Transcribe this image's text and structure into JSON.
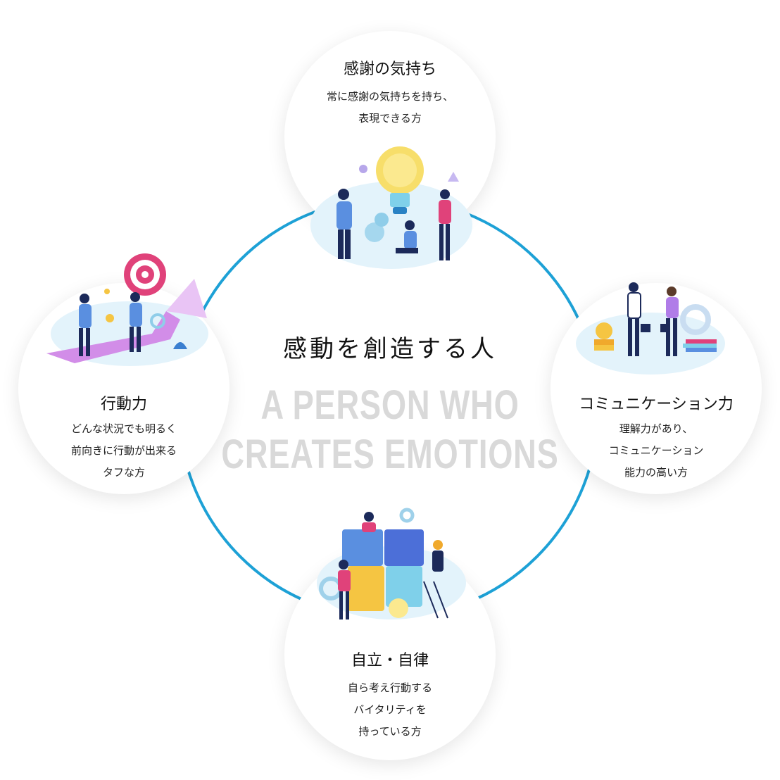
{
  "center": {
    "title": "感動を創造する人",
    "subtitle_line1": "A PERSON WHO",
    "subtitle_line2": "CREATES EMOTIONS"
  },
  "nodes": {
    "top": {
      "title": "感謝の気持ち",
      "desc": [
        "常に感謝の気持ちを持ち、",
        "表現できる方"
      ]
    },
    "left": {
      "title": "行動力",
      "desc": [
        "どんな状況でも明るく",
        "前向きに行動が出来る",
        "タフな方"
      ]
    },
    "right": {
      "title": "コミュニケーション力",
      "desc": [
        "理解力があり、",
        "コミュニケーション",
        "能力の高い方"
      ]
    },
    "bottom": {
      "title": "自立・自律",
      "desc": [
        "自ら考え行動する",
        "バイタリティを",
        "持っている方"
      ]
    }
  },
  "colors": {
    "ring": "#1da1d6",
    "subtitle": "#d9d9d9",
    "accent_pink": "#e0427a",
    "accent_navy": "#1c2a5a"
  },
  "icons": [
    "lightbulb-teamwork-illustration",
    "target-arrow-illustration",
    "handshake-illustration",
    "puzzle-teamwork-illustration"
  ]
}
